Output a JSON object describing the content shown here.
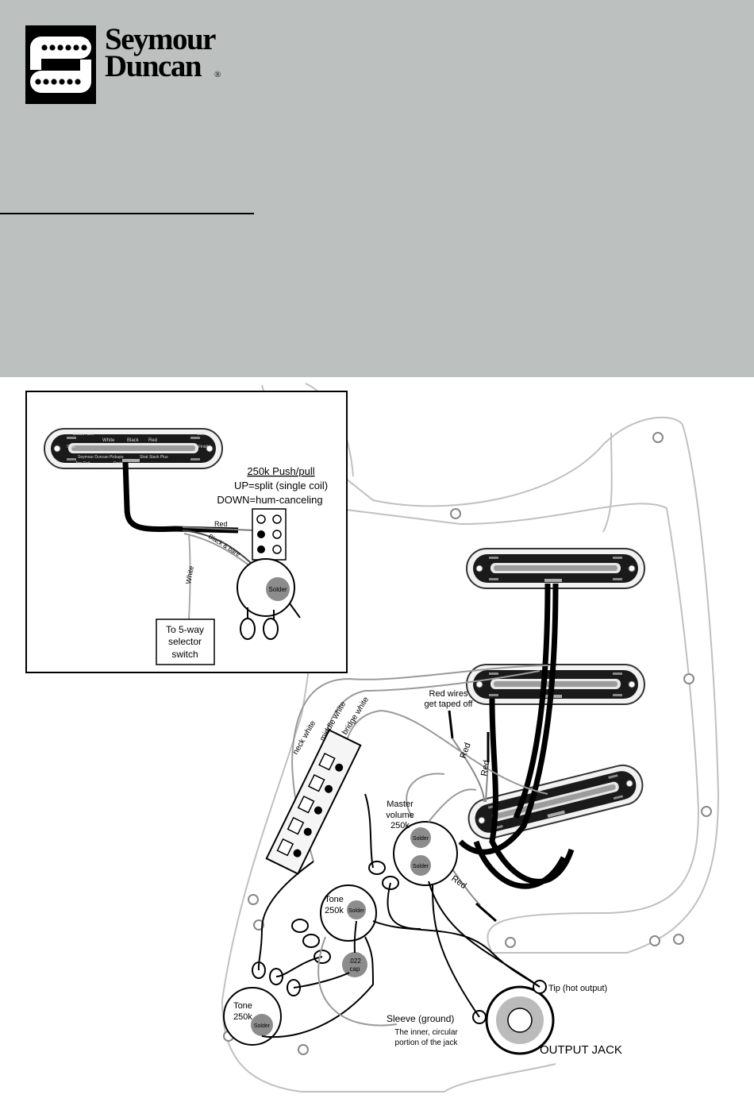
{
  "brand": {
    "line1": "Seymour",
    "line2": "Duncan",
    "registered": "®"
  },
  "inset": {
    "pot_title": "250k Push/pull",
    "pot_up": "UP=split (single coil)",
    "pot_down": "DOWN=hum-canceling",
    "wire_red": "Red",
    "wire_black_bare": "Black & bare",
    "wire_white": "White",
    "selector_line1": "To 5-way",
    "selector_line2": "selector",
    "selector_line3": "switch",
    "solder": "Solder",
    "pickup_labels": {
      "bottom_coil": "Bottom Coil",
      "coil": "Coil",
      "white": "White",
      "black": "Black",
      "red": "Red",
      "start": "Start",
      "finish": "Finish",
      "brand_text": "Seymour Duncan Pickups",
      "model_text": "Strat Stack Plus",
      "top_coil": "Top Coil",
      "drain": "Drain"
    }
  },
  "main": {
    "wire_neck_white": "neck white",
    "wire_middle_white": "middle white",
    "wire_bridge_white": "bridge white",
    "red_taped_line1": "Red wires",
    "red_taped_line2": "get taped off",
    "red_label": "Red",
    "master_line1": "Master",
    "master_line2": "volume",
    "master_line3": "250k",
    "solder": "Solder",
    "tone_top_line1": "Tone",
    "tone_top_line2": "250k",
    "tone_bottom_line1": "Tone",
    "tone_bottom_line2": "250k",
    "cap_line1": ".022",
    "cap_line2": "cap",
    "tip_label": "Tip (hot output)",
    "sleeve_label": "Sleeve (ground)",
    "sleeve_note_line1": "The inner, circular",
    "sleeve_note_line2": "portion of the jack",
    "output_jack": "OUTPUT JACK"
  },
  "colors": {
    "header_bg": "#bcc1bf",
    "logo_bg": "#000000",
    "pickup_body": "#1a1a1a",
    "wire_black": "#000000",
    "wire_white": "#9a9a9a",
    "solder_blob": "#8c8c8c"
  }
}
